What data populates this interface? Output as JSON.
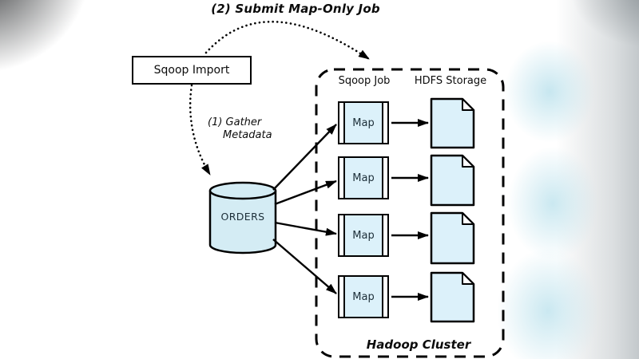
{
  "diagram": {
    "arrow2_label": "(2) Submit Map-Only Job",
    "arrow1_label_line1": "(1) Gather",
    "arrow1_label_line2": "Metadata",
    "sqoop_import_label": "Sqoop Import",
    "database_label": "ORDERS",
    "sqoop_job_header": "Sqoop Job",
    "hdfs_header": "HDFS Storage",
    "cluster_label": "Hadoop Cluster",
    "map_nodes": [
      {
        "label": "Map"
      },
      {
        "label": "Map"
      },
      {
        "label": "Map"
      },
      {
        "label": "Map"
      }
    ],
    "icons": {
      "database": "database-cylinder-icon",
      "hdfs_file": "document-file-icon",
      "arrows": "arrow-icon"
    },
    "colors": {
      "node_fill": "#dcf1fa",
      "cylinder_fill": "#d4ecf4",
      "stroke": "#000000",
      "dark_text": "#1c2e38"
    }
  }
}
